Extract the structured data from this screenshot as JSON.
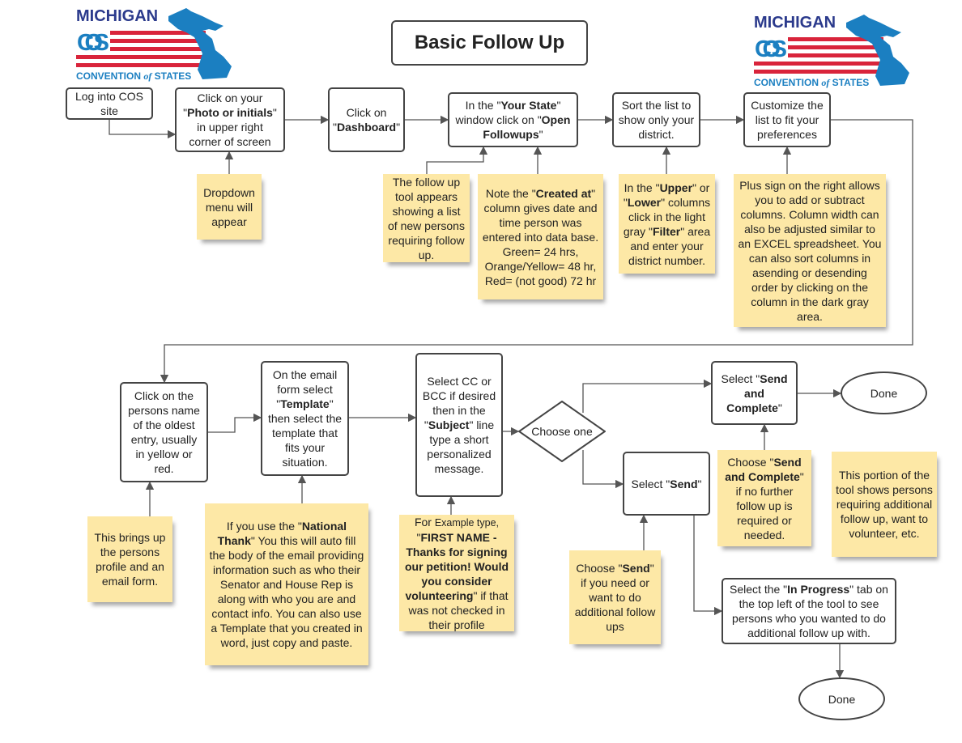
{
  "title": "Basic Follow Up",
  "logo": {
    "line1": "MICHIGAN",
    "line2": "COS",
    "line3a": "CONVENTION ",
    "line3b": "of",
    "line3c": " STATES"
  },
  "colors": {
    "note": "#fde8a6",
    "border": "#444444",
    "logo_navy": "#2b3a8c",
    "logo_blue": "#1b7fc1",
    "logo_red": "#d9243b"
  },
  "nodes": [
    {
      "id": "login",
      "kind": "box",
      "text": [
        {
          "t": "Log into COS site"
        }
      ]
    },
    {
      "id": "photo",
      "kind": "box",
      "text": [
        {
          "t": "Click on your \""
        },
        {
          "t": "Photo or initials",
          "b": true
        },
        {
          "t": "\" in upper right corner of screen"
        }
      ]
    },
    {
      "id": "dashboard",
      "kind": "box",
      "text": [
        {
          "t": "Click on \""
        },
        {
          "t": "Dashboard",
          "b": true
        },
        {
          "t": "\""
        }
      ]
    },
    {
      "id": "yourstate",
      "kind": "box",
      "text": [
        {
          "t": "In the \""
        },
        {
          "t": "Your State",
          "b": true
        },
        {
          "t": "\" window click on \""
        },
        {
          "t": "Open Followups",
          "b": true
        },
        {
          "t": "\""
        }
      ]
    },
    {
      "id": "sort",
      "kind": "box",
      "text": [
        {
          "t": "Sort the list to show only your district."
        }
      ]
    },
    {
      "id": "customize",
      "kind": "box",
      "text": [
        {
          "t": "Customize the list to fit your preferences"
        }
      ]
    },
    {
      "id": "dropdown-note",
      "kind": "note",
      "text": [
        {
          "t": "Dropdown menu will appear"
        }
      ]
    },
    {
      "id": "tool-note",
      "kind": "note",
      "text": [
        {
          "t": "The follow up tool appears showing a list of new persons requiring follow up."
        }
      ]
    },
    {
      "id": "created-note",
      "kind": "note",
      "text": [
        {
          "t": "Note the \""
        },
        {
          "t": "Created at",
          "b": true
        },
        {
          "t": "\" column gives date and time person was entered into data base. Green= 24 hrs, Orange/Yellow= 48 hr, Red= (not good) 72 hr"
        }
      ]
    },
    {
      "id": "upper-note",
      "kind": "note",
      "text": [
        {
          "t": "In the \""
        },
        {
          "t": "Upper",
          "b": true
        },
        {
          "t": "\" or \""
        },
        {
          "t": "Lower",
          "b": true
        },
        {
          "t": "\" columns click in the light gray \""
        },
        {
          "t": "Filter",
          "b": true
        },
        {
          "t": "\" area and enter your district number."
        }
      ]
    },
    {
      "id": "plus-note",
      "kind": "note",
      "text": [
        {
          "t": "Plus sign on the right allows you to add or subtract columns.  Column width can also be adjusted similar to an EXCEL spreadsheet. You can also sort columns in asending or desending order by clicking on the column in the dark gray area."
        }
      ]
    },
    {
      "id": "click-persons",
      "kind": "box",
      "text": [
        {
          "t": "Click on the persons name of the oldest entry, usually in yellow or red."
        }
      ]
    },
    {
      "id": "email-form",
      "kind": "box",
      "text": [
        {
          "t": "On the email form select \""
        },
        {
          "t": "Template",
          "b": true
        },
        {
          "t": "\" then select the template that fits your situation."
        }
      ]
    },
    {
      "id": "select-cc",
      "kind": "box",
      "text": [
        {
          "t": "Select CC or BCC if desired then in the \""
        },
        {
          "t": "Subject",
          "b": true
        },
        {
          "t": "\" line type a short personalized message."
        }
      ]
    },
    {
      "id": "choose-one",
      "kind": "diamond",
      "text": [
        {
          "t": "Choose one"
        }
      ]
    },
    {
      "id": "send-complete",
      "kind": "box",
      "text": [
        {
          "t": "Select \""
        },
        {
          "t": "Send and Complete",
          "b": true
        },
        {
          "t": "\""
        }
      ]
    },
    {
      "id": "done-1",
      "kind": "ellipse",
      "text": [
        {
          "t": "Done"
        }
      ]
    },
    {
      "id": "select-send",
      "kind": "box",
      "text": [
        {
          "t": "Select \""
        },
        {
          "t": "Send",
          "b": true
        },
        {
          "t": "\""
        }
      ]
    },
    {
      "id": "in-progress",
      "kind": "box",
      "text": [
        {
          "t": "Select the \""
        },
        {
          "t": "In Progress",
          "b": true
        },
        {
          "t": "\" tab on the top left of the tool to see persons who you wanted to do additional follow up with."
        }
      ]
    },
    {
      "id": "done-2",
      "kind": "ellipse",
      "text": [
        {
          "t": "Done"
        }
      ]
    },
    {
      "id": "brings-note",
      "kind": "note",
      "text": [
        {
          "t": "This brings up the persons profile and an email form."
        }
      ]
    },
    {
      "id": "national-note",
      "kind": "note",
      "text": [
        {
          "t": "If you use the \""
        },
        {
          "t": "National Thank",
          "b": true
        },
        {
          "t": "\" You this will auto fill the body of the email providing information such as who their Senator and House Rep is along with who you are and contact info. You can also use a Template that you created in word, just copy and paste."
        }
      ]
    },
    {
      "id": "example-note",
      "kind": "note",
      "text": [
        {
          "t": "For "
        },
        {
          "t": "Example type,",
          "s": true
        },
        {
          "t": " \""
        },
        {
          "t": "FIRST NAME - Thanks for signing our petition! Would you consider volunteering",
          "b": true
        },
        {
          "t": "\" if that was not checked in their profile"
        }
      ]
    },
    {
      "id": "choose-send-note",
      "kind": "note",
      "text": [
        {
          "t": "Choose \""
        },
        {
          "t": "Send",
          "b": true
        },
        {
          "t": "\" if you need or want to do additional follow ups"
        }
      ]
    },
    {
      "id": "choose-sc-note",
      "kind": "note",
      "text": [
        {
          "t": "Choose \""
        },
        {
          "t": "Send and Complete",
          "b": true
        },
        {
          "t": "\" if no further follow up is required or needed."
        }
      ]
    },
    {
      "id": "portion-note",
      "kind": "note",
      "text": [
        {
          "t": "This portion of the tool shows persons requiring additional follow up, want to volunteer, etc."
        }
      ]
    }
  ]
}
